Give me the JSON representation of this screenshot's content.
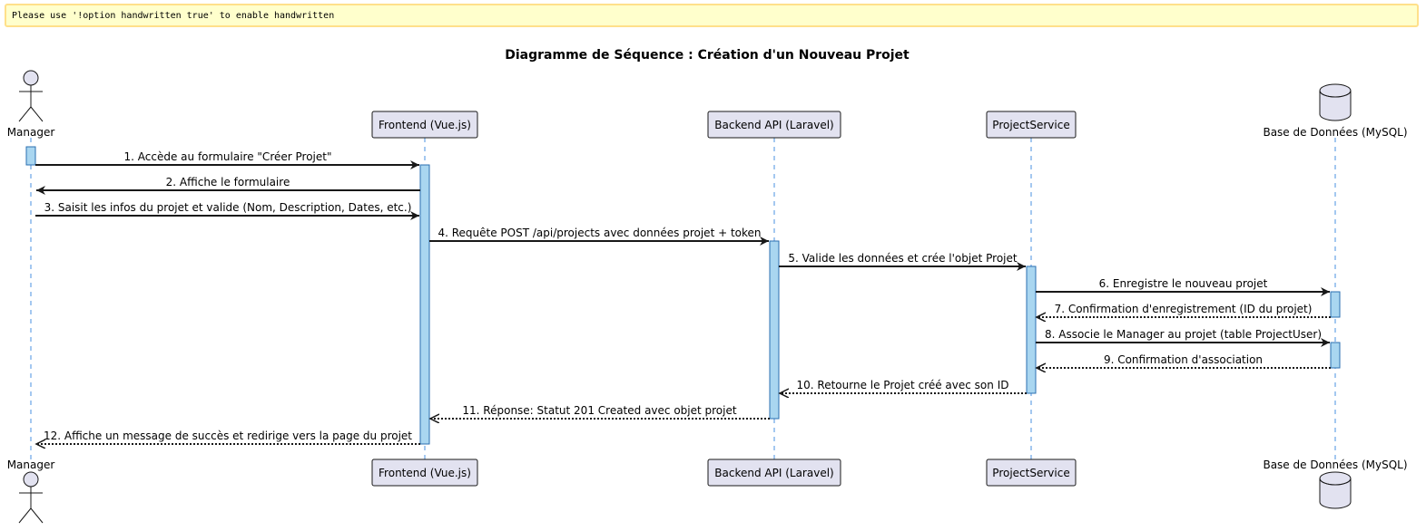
{
  "notice": {
    "text": "Please use '!option handwritten true' to enable handwritten"
  },
  "title": "Diagramme de Séquence : Création d'un Nouveau Projet",
  "participants": [
    {
      "id": "manager",
      "label": "Manager",
      "kind": "actor"
    },
    {
      "id": "frontend",
      "label": "Frontend (Vue.js)",
      "kind": "box"
    },
    {
      "id": "backend",
      "label": "Backend API (Laravel)",
      "kind": "box"
    },
    {
      "id": "service",
      "label": "ProjectService",
      "kind": "box"
    },
    {
      "id": "db",
      "label": "Base de Données (MySQL)",
      "kind": "database"
    }
  ],
  "messages": [
    {
      "from": "manager",
      "to": "frontend",
      "label": "1. Accède au formulaire \"Créer Projet\"",
      "style": "solid"
    },
    {
      "from": "frontend",
      "to": "manager",
      "label": "2. Affiche le formulaire",
      "style": "solid"
    },
    {
      "from": "manager",
      "to": "frontend",
      "label": "3. Saisit les infos du projet et valide (Nom, Description, Dates, etc.)",
      "style": "solid"
    },
    {
      "from": "frontend",
      "to": "backend",
      "label": "4. Requête POST /api/projects avec données projet + token",
      "style": "solid"
    },
    {
      "from": "backend",
      "to": "service",
      "label": "5. Valide les données et crée l'objet Projet",
      "style": "solid"
    },
    {
      "from": "service",
      "to": "db",
      "label": "6. Enregistre le nouveau projet",
      "style": "solid"
    },
    {
      "from": "db",
      "to": "service",
      "label": "7. Confirmation d'enregistrement (ID du projet)",
      "style": "dotted"
    },
    {
      "from": "service",
      "to": "db",
      "label": "8. Associe le Manager au projet (table ProjectUser)",
      "style": "solid"
    },
    {
      "from": "db",
      "to": "service",
      "label": "9. Confirmation d'association",
      "style": "dotted"
    },
    {
      "from": "service",
      "to": "backend",
      "label": "10. Retourne le Projet créé avec son ID",
      "style": "dotted"
    },
    {
      "from": "backend",
      "to": "frontend",
      "label": "11. Réponse: Statut 201 Created avec objet projet",
      "style": "dotted"
    },
    {
      "from": "frontend",
      "to": "manager",
      "label": "12. Affiche un message de succès et redirige vers la page du projet",
      "style": "dotted"
    }
  ],
  "colors": {
    "participant_fill": "#e2e2f0",
    "participant_border": "#181818",
    "lifeline": "#4a90e2",
    "activation_fill": "#a9d6f0",
    "activation_border": "#2a6fb0",
    "arrow": "#181818"
  }
}
